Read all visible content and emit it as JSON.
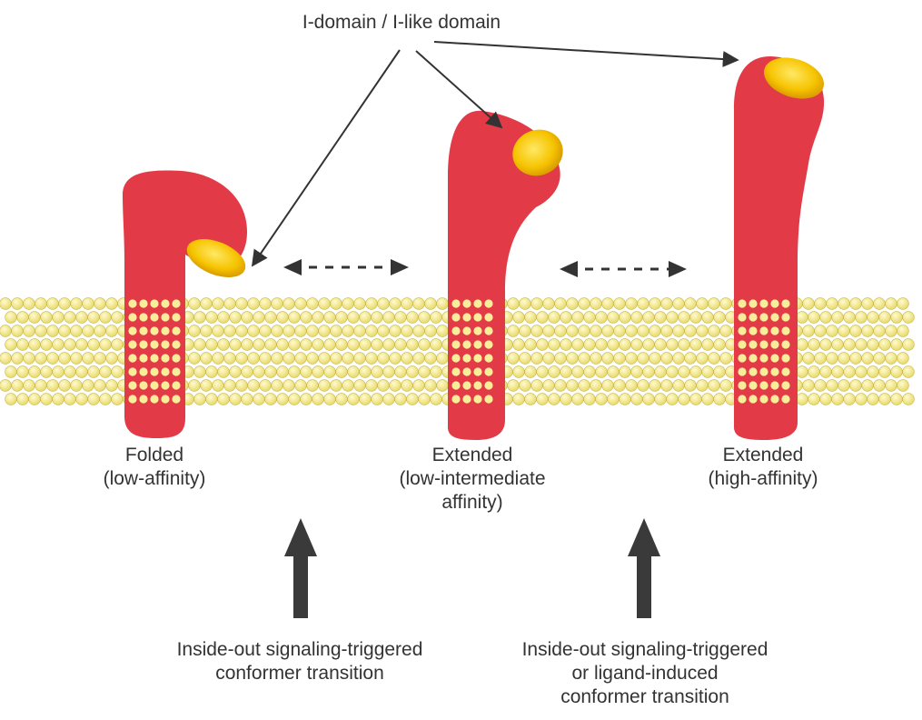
{
  "diagram": {
    "domain_label": "I-domain / I-like domain",
    "conformers": [
      {
        "lines": [
          "Folded",
          "(low-affinity)"
        ]
      },
      {
        "lines": [
          "Extended",
          "(low-intermediate",
          "affinity)"
        ]
      },
      {
        "lines": [
          "Extended",
          "(high-affinity)"
        ]
      }
    ],
    "transitions": [
      {
        "lines": [
          "Inside-out signaling-triggered",
          "conformer transition"
        ]
      },
      {
        "lines": [
          "Inside-out signaling-triggered",
          "or ligand-induced",
          "conformer transition"
        ]
      }
    ]
  },
  "colors": {
    "integrin": "#e23a46",
    "i_domain": "#f6c400",
    "membrane_bead": "#f5ea8a",
    "arrow": "#333333",
    "text": "#333333"
  }
}
